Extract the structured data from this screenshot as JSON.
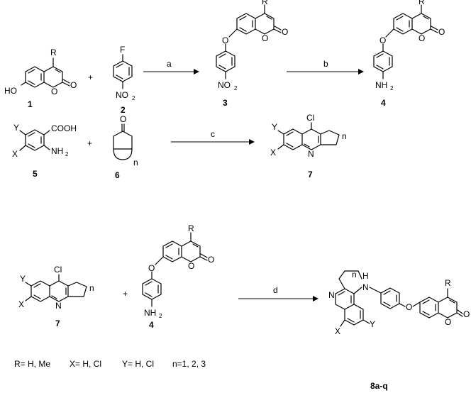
{
  "atoms": {
    "R": "R",
    "O": "O",
    "HO": "HO",
    "F": "F",
    "NO": "NO",
    "two": "2",
    "NH": "NH",
    "N": "N",
    "H": "H",
    "Cl": "Cl",
    "X": "X",
    "Y": "Y",
    "COOH": "COOH",
    "n": "n",
    "plus": "+"
  },
  "compounds": {
    "c1": "1",
    "c2": "2",
    "c3": "3",
    "c4": "4",
    "c5": "5",
    "c6": "6",
    "c7": "7",
    "c8": "8a-q"
  },
  "conditions": {
    "a": "a",
    "b": "b",
    "c": "c",
    "d": "d"
  },
  "legend": {
    "r": "R= H, Me",
    "x": "X= H, Cl",
    "y": "Y= H, Cl",
    "n": "n=1, 2, 3"
  }
}
